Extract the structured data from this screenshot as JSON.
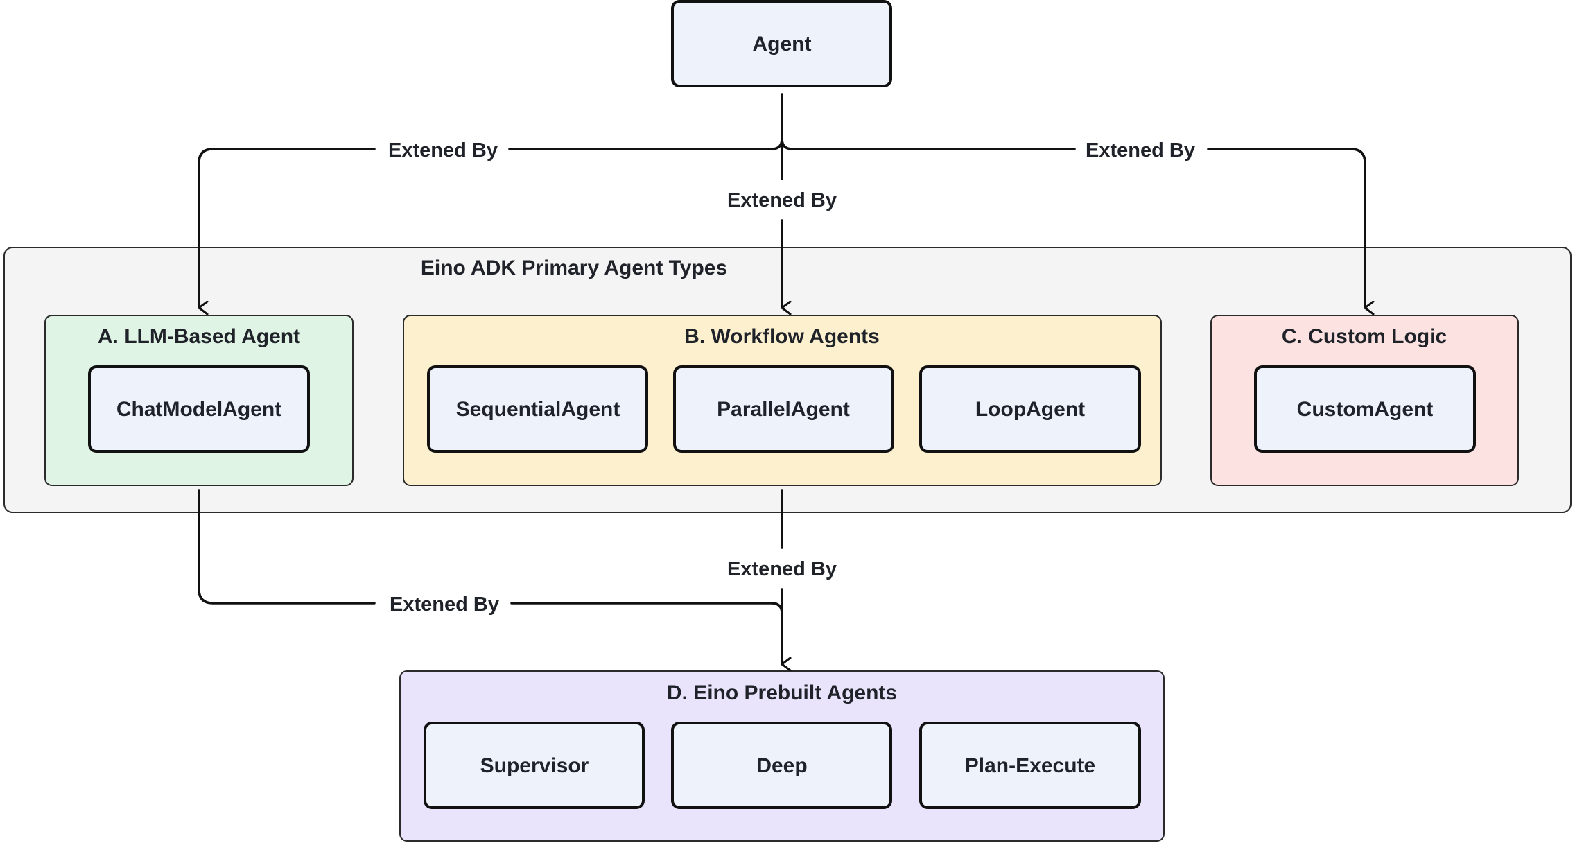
{
  "root": {
    "label": "Agent"
  },
  "edge_label": "Extened By",
  "primary_group": {
    "title": "Eino ADK Primary Agent Types",
    "colors": {
      "fill": "#f4f4f4",
      "stroke": "#2b2b2b"
    }
  },
  "categories": [
    {
      "title": "A. LLM-Based Agent",
      "fill": "#e0f4e6",
      "items": [
        "ChatModelAgent"
      ]
    },
    {
      "title": "B. Workflow Agents",
      "fill": "#fdf0cf",
      "items": [
        "SequentialAgent",
        "ParallelAgent",
        "LoopAgent"
      ]
    },
    {
      "title": "C. Custom Logic",
      "fill": "#fde2e2",
      "items": [
        "CustomAgent"
      ]
    }
  ],
  "prebuilt": {
    "title": "D. Eino Prebuilt Agents",
    "fill": "#e9e3fb",
    "items": [
      "Supervisor",
      "Deep",
      "Plan-Execute"
    ]
  },
  "colors": {
    "node_fill": "#eef2fb",
    "stroke": "#111111",
    "text": "#1f2329"
  }
}
